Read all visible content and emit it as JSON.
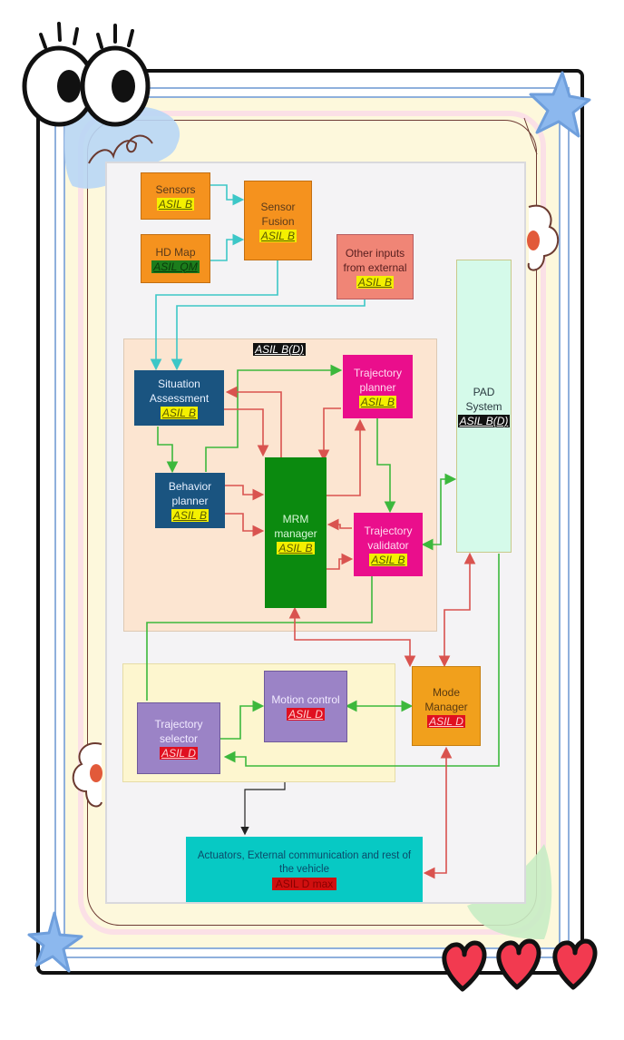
{
  "diagram": {
    "group_labels": {
      "planning_group_asil": "ASIL B(D)"
    },
    "blocks": {
      "sensors": {
        "title": "Sensors",
        "asil": "ASIL B"
      },
      "hd_map": {
        "title": "HD Map",
        "asil": "ASIL QM"
      },
      "sensor_fusion": {
        "title_line1": "Sensor",
        "title_line2": "Fusion",
        "asil": "ASIL B"
      },
      "other_input": {
        "title_line1": "Other inputs",
        "title_line2": "from external",
        "asil": "ASIL B"
      },
      "situation_assessment": {
        "title_line1": "Situation",
        "title_line2": "Assessment",
        "asil": "ASIL B"
      },
      "behavior_planner": {
        "title_line1": "Behavior",
        "title_line2": "planner",
        "asil": "ASIL B"
      },
      "mrm_manager": {
        "title_line1": "MRM",
        "title_line2": "manager",
        "asil": "ASIL B"
      },
      "trajectory_planner": {
        "title_line1": "Trajectory",
        "title_line2": "planner",
        "asil": "ASIL B"
      },
      "trajectory_validator": {
        "title_line1": "Trajectory",
        "title_line2": "validator",
        "asil": "ASIL B"
      },
      "pad_system": {
        "title_line1": "PAD",
        "title_line2": "System",
        "asil": "ASIL B(D)"
      },
      "trajectory_selector": {
        "title_line1": "Trajectory",
        "title_line2": "selector",
        "asil": "ASIL D"
      },
      "motion_control": {
        "title": "Motion control",
        "asil": "ASIL D"
      },
      "mode_manager": {
        "title_line1": "Mode",
        "title_line2": "Manager",
        "asil": "ASIL D"
      },
      "actuators": {
        "title_line1": "Actuators, External communication and rest of",
        "title_line2": "the vehicle",
        "asil": "ASIL D max"
      }
    },
    "colors": {
      "data_flow": "#3cc7c7",
      "control_flow_green": "#3cb83c",
      "feedback_red": "#d9534f",
      "output_black": "#222222"
    }
  }
}
